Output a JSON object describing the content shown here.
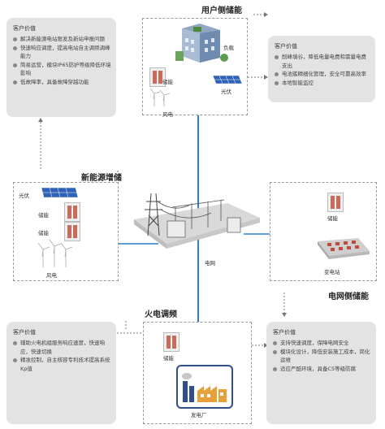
{
  "user_side": {
    "title": "用户侧储能",
    "labels": {
      "load": "负载",
      "storage": "储能",
      "pv": "光伏",
      "wind": "风电"
    },
    "value": {
      "heading": "客户价值",
      "items": [
        "削峰填谷，降低电量电费和需量电费支出",
        "电池簇精细化管理，安全可靠高效率",
        "本地智能监控"
      ]
    }
  },
  "new_energy": {
    "title": "新能源增储",
    "labels": {
      "pv": "光伏",
      "storage1": "储能",
      "storage2": "储能",
      "wind": "风电"
    },
    "value": {
      "heading": "客户价值",
      "items": [
        "解决新能源电站限发及新站申报问题",
        "快速响应调度，提高电站自主调频调峰能力",
        "简易运营，模块IP65防护等级降低环境影响",
        "低故障率，具备故障穿越功能"
      ]
    }
  },
  "grid": {
    "label": "电网"
  },
  "grid_side": {
    "title": "电网侧储能",
    "labels": {
      "storage": "储能",
      "substation": "变电站"
    },
    "value": {
      "heading": "客户价值",
      "items": [
        "支持快速调度，保障电网安全",
        "模块化设计，降低安装施工成本，简化运维",
        "适应严酷环境，具备C5等级防腐"
      ]
    }
  },
  "thermal": {
    "title": "火电调频",
    "labels": {
      "storage": "储能",
      "plant": "发电厂"
    },
    "value": {
      "heading": "客户价值",
      "items": [
        "辅助火电机组服务响应速度，快速响应，快速切换",
        "精准控制，自主核容专利技术提高系统Kp值"
      ]
    }
  },
  "colors": {
    "line": "#2f7fd1",
    "box_bg": "#e3e3e3",
    "dash": "#9a9a9a",
    "battery": "#c96a5a",
    "panel": "#2d62b8"
  }
}
